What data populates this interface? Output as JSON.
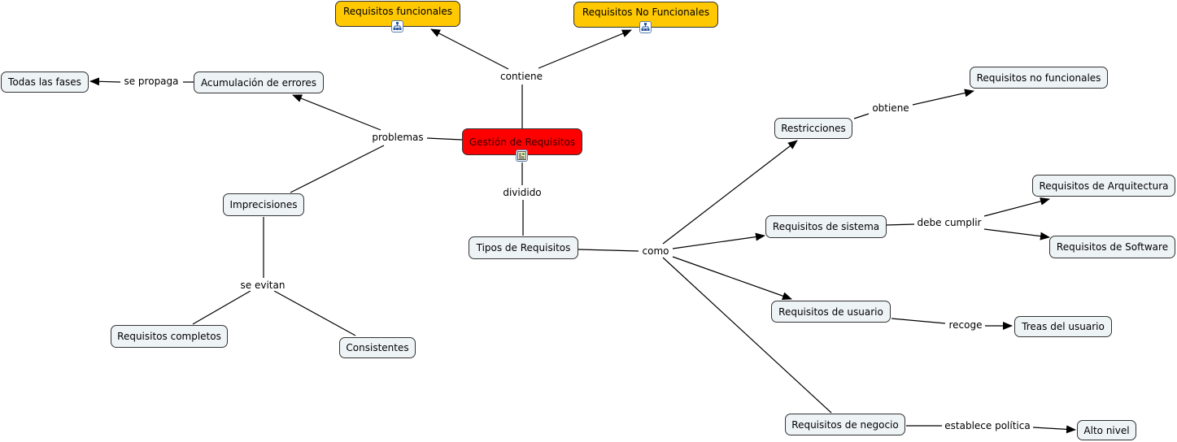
{
  "concepts": {
    "req_func": {
      "label": "Requisitos funcionales"
    },
    "req_nofunc": {
      "label": "Requisitos No Funcionales"
    },
    "gestion": {
      "label": "Gestión de Requisitos"
    },
    "todas": {
      "label": "Todas las fases"
    },
    "acumulacion": {
      "label": "Acumulación de errores"
    },
    "imprecisiones": {
      "label": "Imprecisiones"
    },
    "completos": {
      "label": "Requisitos completos"
    },
    "consistentes": {
      "label": "Consistentes"
    },
    "tipos": {
      "label": "Tipos de Requisitos"
    },
    "restricciones": {
      "label": "Restricciones"
    },
    "req_no_func2": {
      "label": "Requisitos no funcionales"
    },
    "sistema": {
      "label": "Requisitos de sistema"
    },
    "arquitectura": {
      "label": "Requisitos de Arquitectura"
    },
    "software": {
      "label": "Requisitos de Software"
    },
    "usuario": {
      "label": "Requisitos de usuario"
    },
    "treas": {
      "label": "Treas del usuario"
    },
    "negocio": {
      "label": "Requisitos de negocio"
    },
    "alto": {
      "label": "Alto nivel"
    }
  },
  "linking_phrases": {
    "contiene": "contiene",
    "se_propaga": "se propaga",
    "problemas": "problemas",
    "se_evitan": "se evitan",
    "dividido": "dividido",
    "como": "como",
    "obtiene": "obtiene",
    "debe_cumplir": "debe cumplir",
    "recoge": "recoge",
    "establece": "establece política"
  },
  "icons": {
    "submap": "concept-map-link-icon",
    "document": "document-resource-icon"
  },
  "colors": {
    "concept_fill": "#eef3f6",
    "highlight_yellow": "#ffc800",
    "root_red": "#ff0000",
    "line": "#000000"
  }
}
